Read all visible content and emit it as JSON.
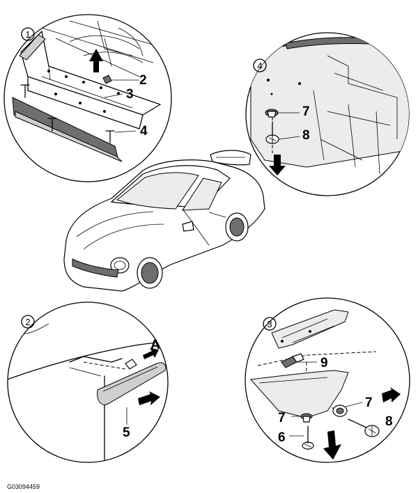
{
  "figure_id": "G03094459",
  "panels": [
    {
      "badge": "1",
      "callouts": [
        "2",
        "3",
        "4"
      ]
    },
    {
      "badge": "4",
      "callouts": [
        "7",
        "8"
      ]
    },
    {
      "badge": "2",
      "callouts": [
        "A",
        "5"
      ]
    },
    {
      "badge": "3",
      "callouts": [
        "9",
        "7",
        "8",
        "7",
        "6"
      ]
    }
  ],
  "colors": {
    "line": "#000000",
    "fill_gray": "#cfcfcf",
    "fill_dark": "#6e6e6e",
    "background": "#ffffff"
  }
}
